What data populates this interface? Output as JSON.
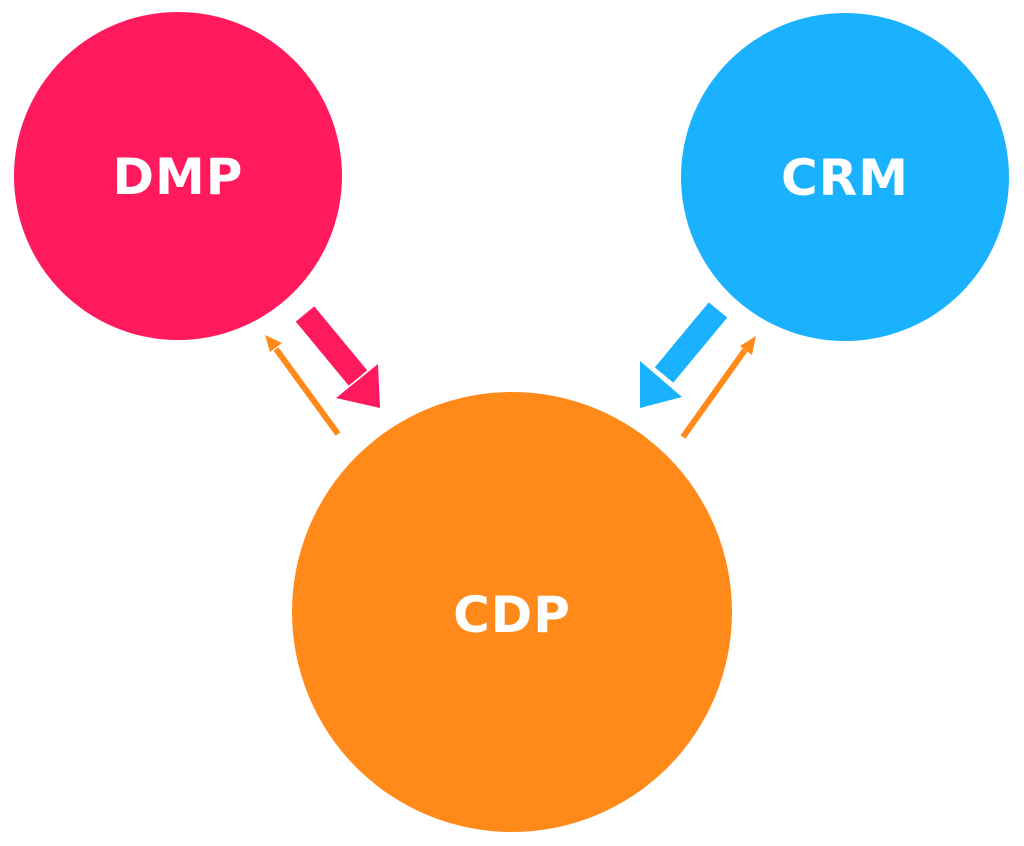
{
  "nodes": {
    "dmp": {
      "label": "DMP",
      "color": "#FF1A5E"
    },
    "crm": {
      "label": "CRM",
      "color": "#1AB1FF"
    },
    "cdp": {
      "label": "CDP",
      "color": "#FF8A1A"
    }
  },
  "edges": [
    {
      "from": "dmp",
      "to": "cdp",
      "style": "thick",
      "color": "#FF1A5E"
    },
    {
      "from": "cdp",
      "to": "dmp",
      "style": "thin",
      "color": "#FF8A1A"
    },
    {
      "from": "crm",
      "to": "cdp",
      "style": "thick",
      "color": "#1AB1FF"
    },
    {
      "from": "cdp",
      "to": "crm",
      "style": "thin",
      "color": "#FF8A1A"
    }
  ],
  "label_color": "#FFFFFF"
}
